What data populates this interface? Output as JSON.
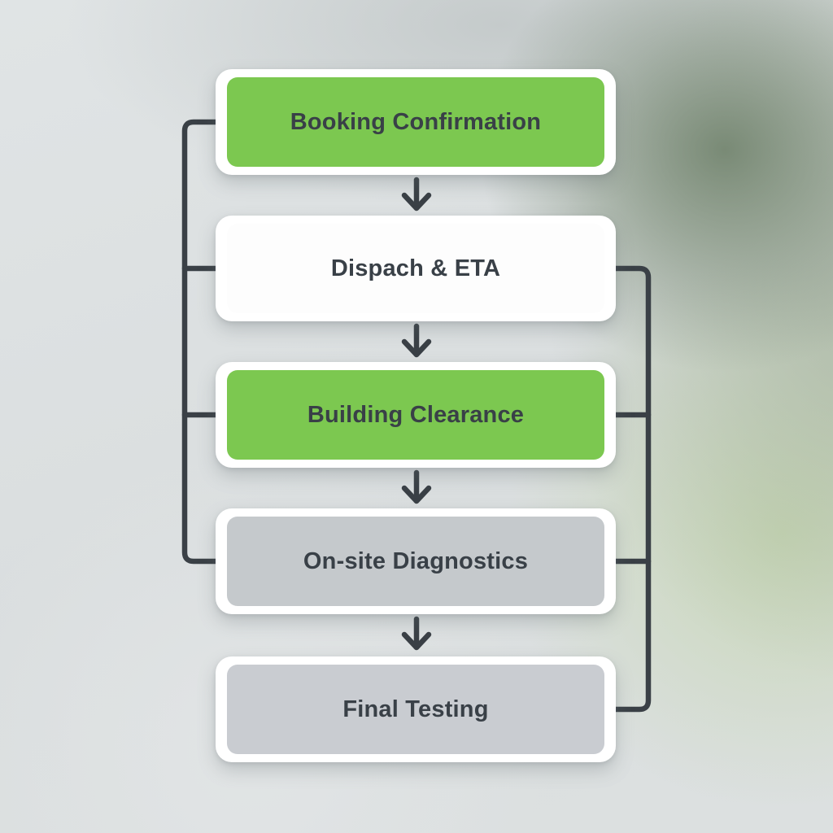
{
  "diagram": {
    "type": "flowchart",
    "orientation": "vertical",
    "nodes": [
      {
        "id": "booking",
        "label": "Booking Confirmation",
        "fill": "#7cc850",
        "kind": "highlighted"
      },
      {
        "id": "dispatch",
        "label": "Dispach & ETA",
        "fill": "#fdfdfd",
        "kind": "plain"
      },
      {
        "id": "clearance",
        "label": "Building Clearance",
        "fill": "#7cc850",
        "kind": "highlighted"
      },
      {
        "id": "diagnostics",
        "label": "On-site Diagnostics",
        "fill": "#c5c9cc",
        "kind": "muted"
      },
      {
        "id": "final",
        "label": "Final Testing",
        "fill": "#c9ccd1",
        "kind": "muted"
      }
    ],
    "flow_arrows": [
      "booking -> dispatch",
      "dispatch -> clearance",
      "clearance -> diagnostics",
      "diagnostics -> final"
    ],
    "left_bus_connects": [
      "booking",
      "dispatch",
      "clearance",
      "diagnostics"
    ],
    "right_bus_connects": [
      "dispatch",
      "clearance",
      "diagnostics",
      "final"
    ]
  },
  "colors": {
    "accent_green": "#7cc850",
    "connector_line": "#3a4046",
    "node_text": "#394047",
    "card_border": "#ffffff"
  }
}
